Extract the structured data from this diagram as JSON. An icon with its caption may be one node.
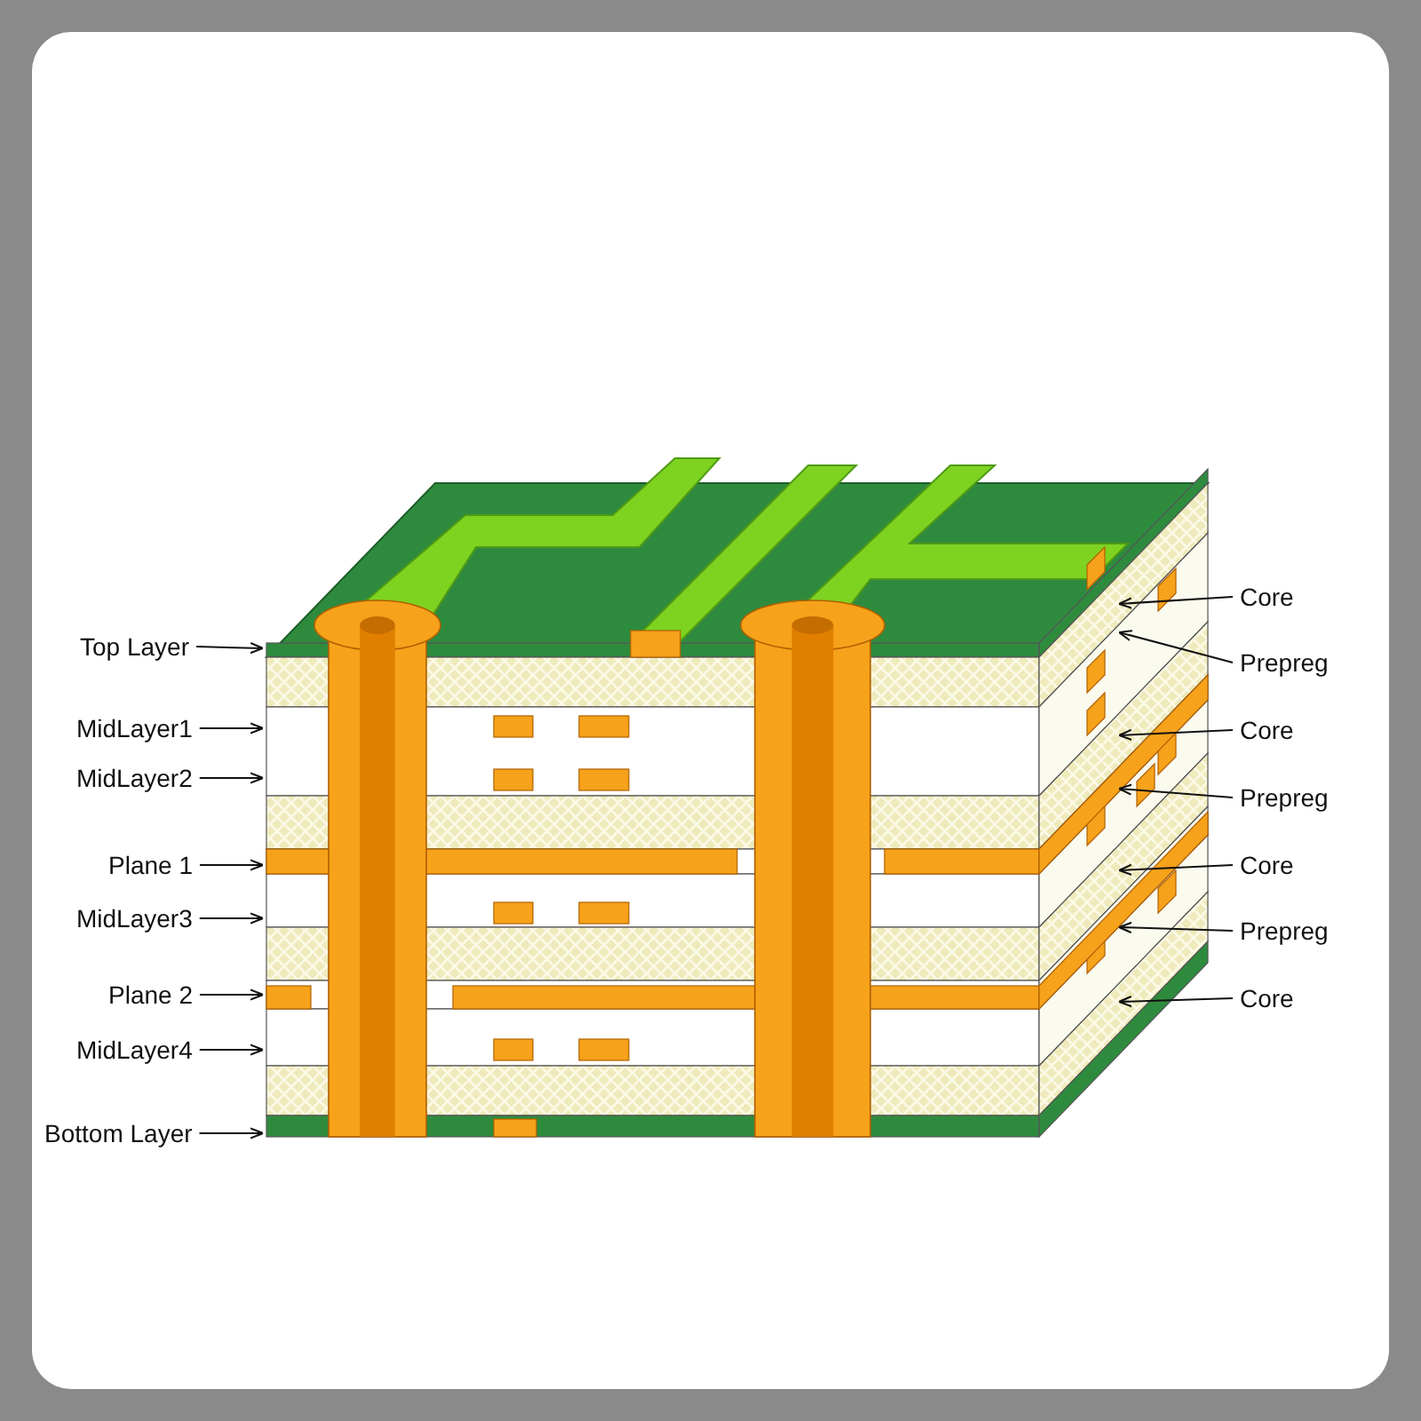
{
  "diagram": {
    "nodes": [
      {
        "text": [
          "Top Layer"
        ]
      },
      {
        "text": [
          "MidLayer1"
        ]
      },
      {
        "text": [
          "MidLayer2"
        ]
      },
      {
        "text": [
          "Plane 1"
        ]
      },
      {
        "text": [
          "MidLayer3"
        ]
      },
      {
        "text": [
          "Plane 2"
        ]
      },
      {
        "text": [
          "MidLayer4"
        ]
      },
      {
        "text": [
          "Bottom Layer"
        ]
      },
      {
        "text": [
          "Core"
        ]
      },
      {
        "text": [
          "Prepreg"
        ]
      },
      {
        "text": [
          "Core"
        ]
      },
      {
        "text": [
          "Prepreg"
        ]
      },
      {
        "text": [
          "Core"
        ]
      },
      {
        "text": [
          "Prepreg"
        ]
      },
      {
        "text": [
          "Core"
        ]
      }
    ],
    "edges": [
      {
        "from": 0,
        "to": null,
        "arrow": "to"
      },
      {
        "from": 1,
        "to": null,
        "arrow": "to"
      },
      {
        "from": 2,
        "to": null,
        "arrow": "to"
      },
      {
        "from": 3,
        "to": null,
        "arrow": "to"
      },
      {
        "from": 4,
        "to": null,
        "arrow": "to"
      },
      {
        "from": 5,
        "to": null,
        "arrow": "to"
      },
      {
        "from": 6,
        "to": null,
        "arrow": "to"
      },
      {
        "from": 7,
        "to": null,
        "arrow": "to"
      },
      {
        "from": 8,
        "to": null,
        "arrow": "to"
      },
      {
        "from": 9,
        "to": null,
        "arrow": "to"
      },
      {
        "from": 10,
        "to": null,
        "arrow": "to"
      },
      {
        "from": 11,
        "to": null,
        "arrow": "to"
      },
      {
        "from": 12,
        "to": null,
        "arrow": "to"
      },
      {
        "from": 13,
        "to": null,
        "arrow": "to"
      },
      {
        "from": 14,
        "to": null,
        "arrow": "to"
      }
    ]
  }
}
